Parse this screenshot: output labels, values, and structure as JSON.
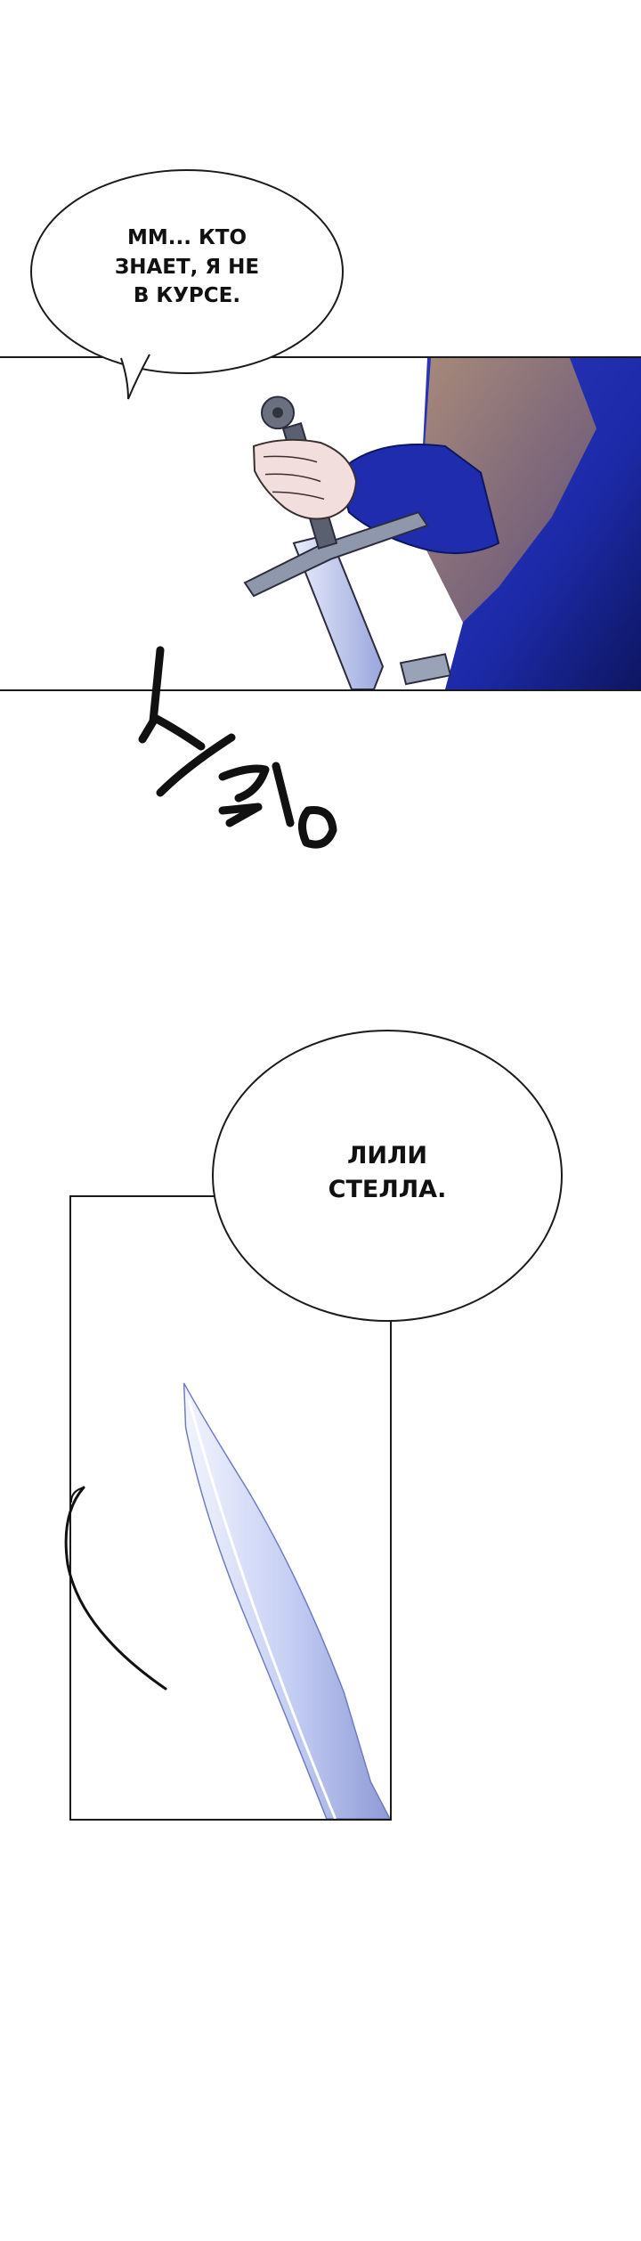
{
  "bubbles": [
    {
      "text": "ММ... КТО\nЗНАЕТ, Я НЕ\nВ КУРСЕ."
    },
    {
      "text": "ЛИЛИ\nСТЕЛЛА."
    }
  ],
  "sfx": {
    "text": "스윽"
  },
  "colors": {
    "ink": "#1b1b1b",
    "cloak_blue": "#1d2aa8",
    "cloak_dark": "#0d1660",
    "skin": "#f3dede",
    "blade": "#c7d0f4",
    "robe_brown": "#9a7f71"
  }
}
